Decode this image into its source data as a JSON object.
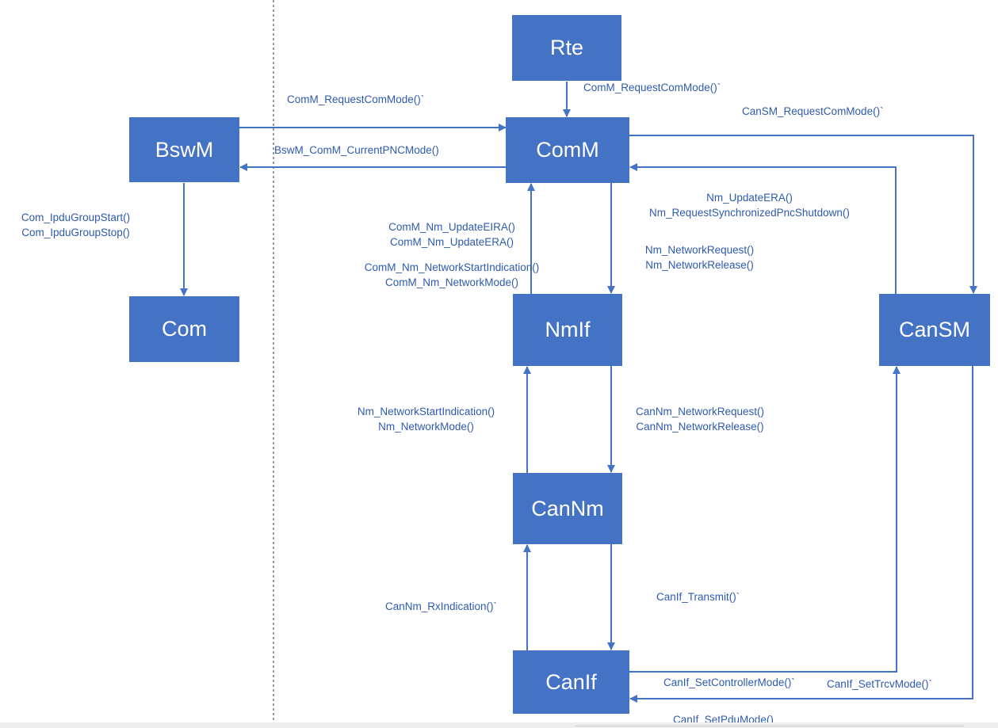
{
  "colors": {
    "box": "#4472c4",
    "arrow": "#4472c4",
    "label": "#2e5aad",
    "separator": "#333333"
  },
  "modules": {
    "rte": "Rte",
    "bswm": "BswM",
    "comm": "ComM",
    "com": "Com",
    "nmif": "NmIf",
    "cansm": "CanSM",
    "cannm": "CanNm",
    "canif": "CanIf"
  },
  "labels": {
    "rte_to_comm": "ComM_RequestComMode()`",
    "bswm_to_comm": "ComM_RequestComMode()`",
    "comm_to_bswm": "BswM_ComM_CurrentPNCMode()",
    "comm_to_cansm": "CanSM_RequestComMode()`",
    "bswm_to_com": [
      "Com_IpduGroupStart()",
      "Com_IpduGroupStop()"
    ],
    "cansm_to_comm": [
      "Nm_UpdateERA()",
      "Nm_RequestSynchronizedPncShutdown()"
    ],
    "nmif_to_comm": [
      "ComM_Nm_UpdateEIRA()",
      "ComM_Nm_UpdateERA()",
      "ComM_Nm_NetworkStartIndication()",
      "ComM_Nm_NetworkMode()"
    ],
    "comm_to_nmif": [
      "Nm_NetworkRequest()",
      "Nm_NetworkRelease()"
    ],
    "cannm_to_nmif": [
      "Nm_NetworkStartIndication()",
      "Nm_NetworkMode()"
    ],
    "nmif_to_cannm": [
      "CanNm_NetworkRequest()",
      "CanNm_NetworkRelease()"
    ],
    "canif_to_cannm": "CanNm_RxIndication()`",
    "cannm_to_canif": "CanIf_Transmit()`",
    "canif_to_cansm": "CanIf_SetControllerMode()`",
    "cansm_to_canif_trcv": "CanIf_SetTrcvMode()`",
    "cansm_to_canif_pdu": "CanIf_SetPduMode()"
  }
}
